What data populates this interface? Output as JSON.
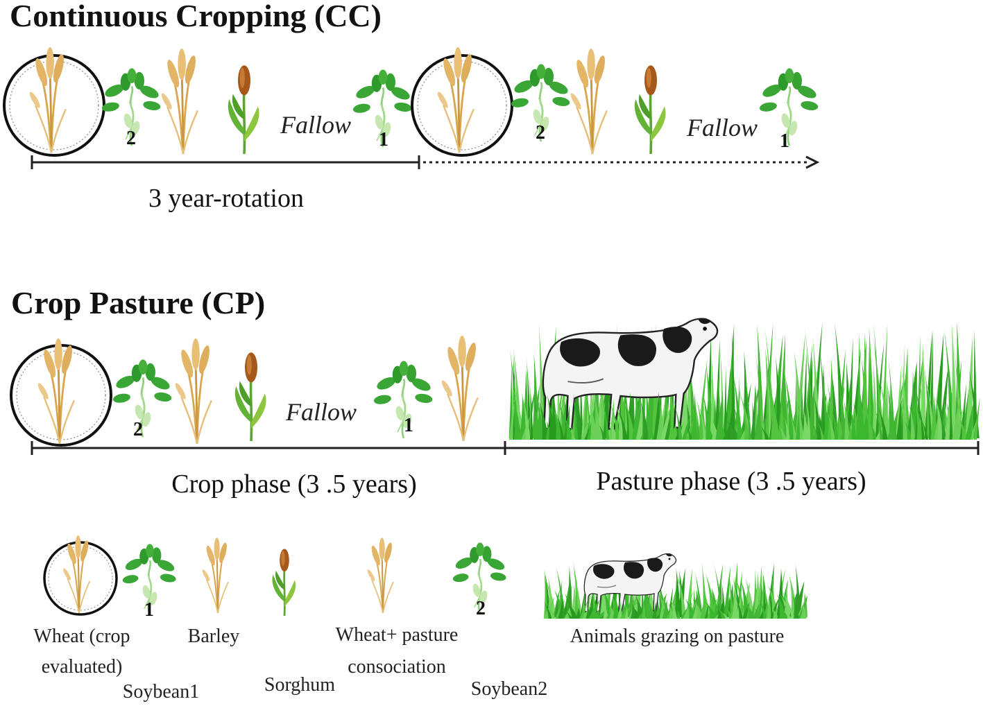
{
  "cc": {
    "title": "Continuous Cropping (CC)",
    "fallow_1": "Fallow",
    "fallow_2": "Fallow",
    "rotation_label": "3 year-rotation",
    "soy_num_a": "2",
    "soy_num_b": "1",
    "soy_num_c": "2",
    "soy_num_d": "1"
  },
  "cp": {
    "title": "Crop Pasture (CP)",
    "fallow": "Fallow",
    "crop_phase": "Crop phase (3 .5 years)",
    "pasture_phase": "Pasture phase (3 .5 years)",
    "soy_num_a": "2",
    "soy_num_b": "1"
  },
  "legend": {
    "wheat_line1": "Wheat (crop",
    "wheat_line2": "evaluated)",
    "soybean1": "Soybean1",
    "soy1_num": "1",
    "barley": "Barley",
    "sorghum": "Sorghum",
    "wheat_pasture_line1": "Wheat+ pasture",
    "wheat_pasture_line2": "consociation",
    "soybean2": "Soybean2",
    "soy2_num": "2",
    "grazing": "Animals grazing on pasture"
  },
  "colors": {
    "wheat": "#e0b060",
    "soy_leaf": "#3aa636",
    "sorghum_head": "#b0621c",
    "grass": "#46c238",
    "line": "#222222"
  }
}
